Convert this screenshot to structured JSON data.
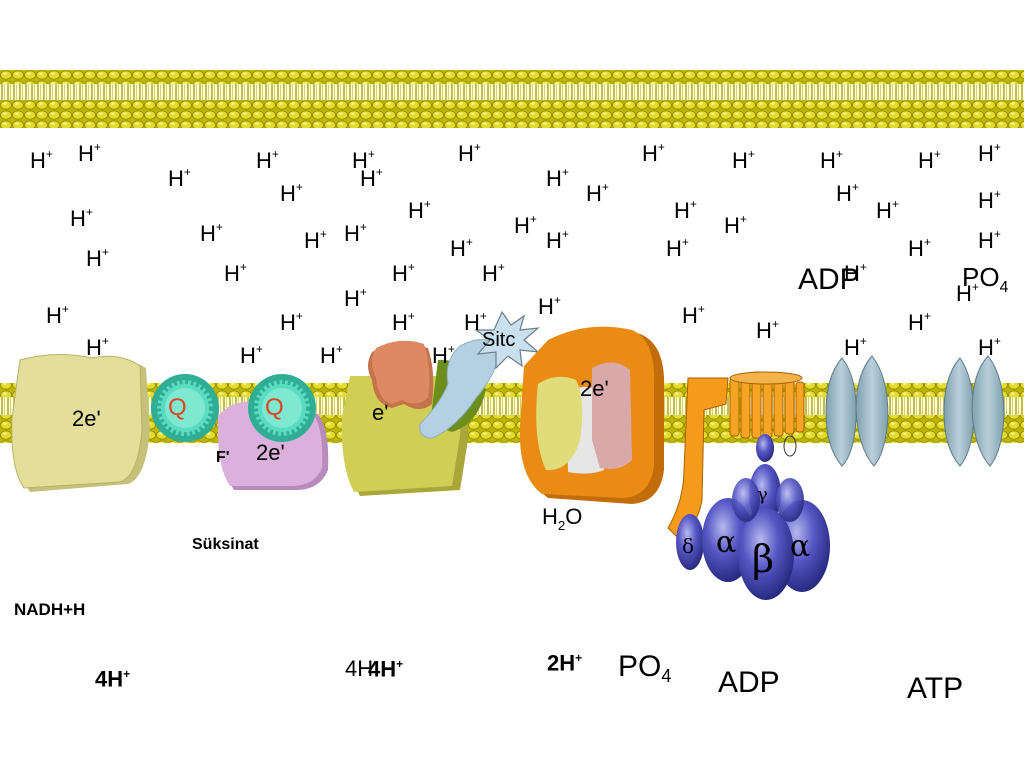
{
  "proton_label": "H",
  "proton_charge": "+",
  "complexes": {
    "complex1_electrons": "2eʹ",
    "quinone_1": "Q",
    "quinone_2": "Q",
    "complex2_electrons": "2eʹ",
    "complex2_fragment": "Fʹ",
    "complex3_electron": "eʹ",
    "cytochrome_c": "Sitc",
    "complex4_electrons": "2eʹ"
  },
  "water": {
    "base": "H",
    "sub": "2",
    "tail": "O"
  },
  "substrates": {
    "succinate": "Süksinat",
    "nadh": "NADH+H"
  },
  "atp_synthase": {
    "gamma": "γ",
    "delta": "δ",
    "alpha_left": "α",
    "beta": "β",
    "alpha_right": "α"
  },
  "matrix_upper": {
    "adp": "ADP",
    "po4_base": "PO",
    "po4_sub": "4"
  },
  "bottom": {
    "four_h_1": "4H",
    "four_h_2_prefix": "4H",
    "four_h_2": "4H",
    "two_h": "2H",
    "po4_base": "PO",
    "po4_sub": "4",
    "adp": "ADP",
    "atp": "ATP"
  },
  "colors": {
    "membrane": "#c9c100",
    "membrane_dark": "#8f8a00",
    "complex1": "#e3df9a",
    "quinone": "#45d0b0",
    "quinone_text": "#e0451f",
    "complex2": "#d6a9d6",
    "complex3_base": "#c9c84a",
    "complex3_orange": "#d98a64",
    "complex3_blue": "#b9d3e6",
    "complex4_outer": "#e98a10",
    "complex4_pink": "#d9a9a9",
    "synthase_orange": "#f59a1a",
    "synthase_purple": "#3e3fa8",
    "channel": "#9fbccb"
  }
}
